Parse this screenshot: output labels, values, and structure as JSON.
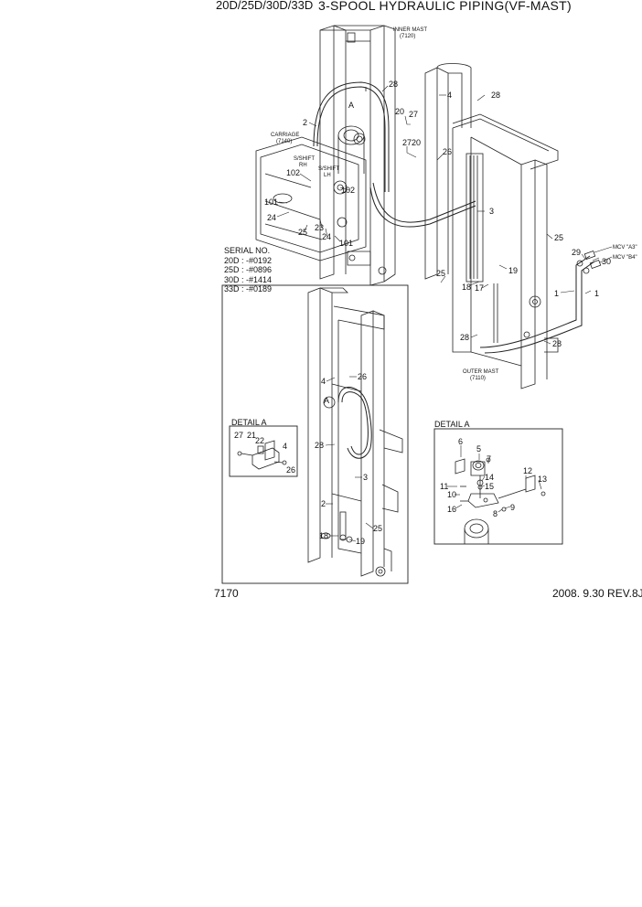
{
  "header": {
    "models": "20D/25D/30D/33D",
    "title": "3-SPOOL HYDRAULIC PIPING(VF-MAST)"
  },
  "serial_box": {
    "heading": "SERIAL NO.",
    "lines": [
      "20D : -#0192",
      "25D : -#0896",
      "30D : -#1414",
      "33D : -#0189"
    ]
  },
  "annotations": {
    "inner_mast": [
      "INNER MAST",
      "(7120)"
    ],
    "carriage": [
      "CARRIAGE",
      "(7140)"
    ],
    "outer_mast": [
      "OUTER MAST",
      "(7110)"
    ],
    "sshift_rh": [
      "S/SHIFT",
      "RH"
    ],
    "sshift_lh": [
      "S/SHIFT",
      "LH"
    ],
    "mcv_a3": "MCV \"A3\"",
    "mcv_b4": "MCV \"B4\"",
    "view_a": "A",
    "detail_a_left": "DETAIL A",
    "detail_a_right": "DETAIL A"
  },
  "callouts": {
    "main_2": "2",
    "main_28a": "28",
    "main_28b": "28",
    "main_4": "4",
    "main_20a": "20",
    "main_27a": "27",
    "main_27b": "27",
    "main_20b": "20",
    "main_26": "26",
    "main_3": "3",
    "main_25a": "25",
    "main_25b": "25",
    "main_19": "19",
    "main_18": "18",
    "main_17": "17",
    "main_28c": "28",
    "main_28d": "28",
    "main_1a": "1",
    "main_1b": "1",
    "main_29": "29",
    "main_30": "30",
    "main_102a": "102",
    "main_102b": "102",
    "main_101a": "101",
    "main_101b": "101",
    "main_24a": "24",
    "main_24b": "24",
    "main_25c": "25",
    "main_23": "23",
    "inset_4": "4",
    "inset_26": "26",
    "inset_28": "28",
    "inset_3": "3",
    "inset_2": "2",
    "inset_25": "25",
    "inset_18": "18",
    "inset_19": "19",
    "dl_27": "27",
    "dl_21": "21",
    "dl_22": "22",
    "dl_4": "4",
    "dl_26": "26",
    "dr_6": "6",
    "dr_5": "5",
    "dr_7": "7",
    "dr_14": "14",
    "dr_15": "15",
    "dr_11": "11",
    "dr_10": "10",
    "dr_16": "16",
    "dr_8": "8",
    "dr_9": "9",
    "dr_12": "12",
    "dr_13": "13"
  },
  "footer": {
    "page": "7170",
    "date_rev": "2008. 9.30  REV.8J"
  }
}
